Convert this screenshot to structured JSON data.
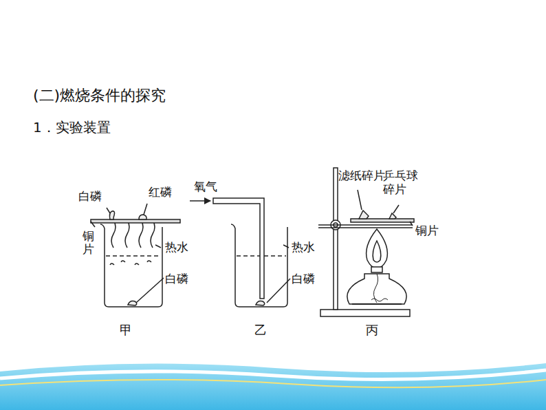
{
  "diagram": {
    "title": "(二)燃烧条件的探究",
    "labels": [
      "1．实验装置",
      "白磷",
      "红磷",
      "铜片",
      "热水",
      "白磷",
      "甲",
      "氧气",
      "热水",
      "白磷",
      "乙",
      "滤纸碎片",
      "乒乓球碎片",
      "铜片",
      "丙"
    ]
  }
}
